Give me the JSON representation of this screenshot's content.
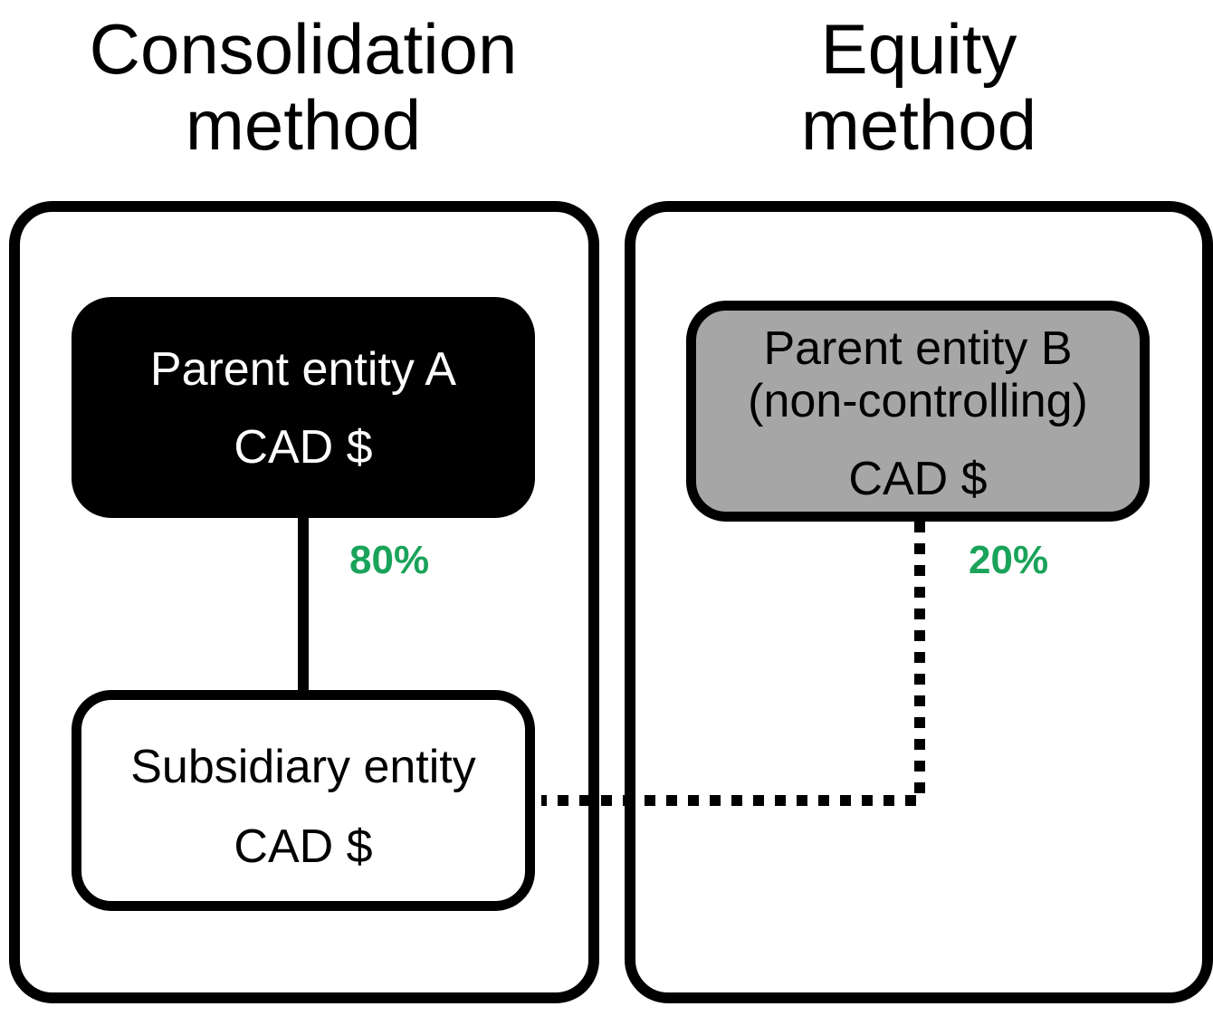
{
  "headings": {
    "left": {
      "line1": "Consolidation",
      "line2": "method"
    },
    "right": {
      "line1": "Equity",
      "line2": "method"
    }
  },
  "nodes": {
    "parent_a": {
      "name": "Parent entity A",
      "currency": "CAD $"
    },
    "parent_b": {
      "name": "Parent entity B",
      "note": "(non-controlling)",
      "currency": "CAD $"
    },
    "subsidiary": {
      "name": "Subsidiary entity",
      "currency": "CAD $"
    }
  },
  "edges": {
    "a_to_sub": {
      "label": "80%",
      "style": "solid"
    },
    "b_to_sub": {
      "label": "20%",
      "style": "dotted"
    }
  },
  "colors": {
    "percent_label": "#1aa35a",
    "parent_a_fill": "#000000",
    "parent_b_fill": "#a6a6a6"
  }
}
